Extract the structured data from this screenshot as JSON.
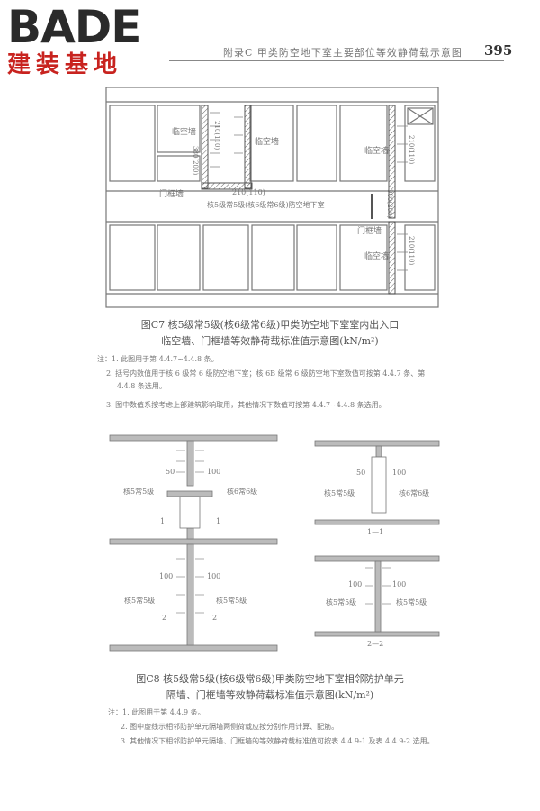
{
  "logo": {
    "brand": "BADE",
    "subtitle": "建装基地"
  },
  "header": {
    "title": "附录C 甲类防空地下室主要部位等效静荷载示意图",
    "page_number": "395"
  },
  "fig_c7": {
    "labels": {
      "temp_wall_1": "临空墙",
      "temp_wall_2": "临空墙",
      "temp_wall_3": "临空墙",
      "temp_wall_4": "临空墙",
      "door_frame_wall_1": "门框墙",
      "door_frame_wall_2": "门框墙",
      "basement": "核5级常5级(核6级常6级)防空地下室",
      "dim_210_a": "210(110)",
      "dim_210_b": "210(110)",
      "dim_210_c": "210(110)",
      "dim_210_d": "210(110)",
      "dim_380_a": "380(200)",
      "dim_380_b": "380(200)"
    },
    "caption_line1": "图C7 核5级常5级(核6级常6级)甲类防空地下室室内出入口",
    "caption_line2": "临空墙、门框墙等效静荷载标准值示意图(kN/m²)",
    "notes": [
      "注：1. 此图用于第 4.4.7~4.4.8 条。",
      "2. 括号内数值用于核 6 级常 6 级防空地下室；核 6B 级常 6 级防空地下室数值可按第 4.4.7 条、第",
      "4.4.8 条选用。",
      "3. 图中数值系按考虑上部建筑影响取用，其他情况下数值可按第 4.4.7~4.4.8 条选用。"
    ]
  },
  "fig_c8": {
    "labels": {
      "top_50": "50",
      "top_100": "100",
      "left_unit_top": "核5常5级",
      "right_unit_top": "核6常6级",
      "cut1_left": "1",
      "cut1_right": "1",
      "bot_100_left": "100",
      "bot_100_right": "100",
      "left_unit_bot": "核5常5级",
      "right_unit_bot": "核5常5级",
      "cut2_left": "2",
      "cut2_right": "2",
      "s1_50": "50",
      "s1_100": "100",
      "s1_left": "核5常5级",
      "s1_right": "核6常6级",
      "s1_title": "1—1",
      "s2_100_left": "100",
      "s2_100_right": "100",
      "s2_left": "核5常5级",
      "s2_right": "核5常5级",
      "s2_title": "2—2"
    },
    "caption_line1": "图C8 核5级常5级(核6级常6级)甲类防空地下室相邻防护单元",
    "caption_line2": "隔墙、门框墙等效静荷载标准值示意图(kN/m²)",
    "notes": [
      "注：1. 此图用于第 4.4.9 条。",
      "2. 图中虚线示相邻防护单元隔墙两侧荷载应按分别作用计算、配筋。",
      "3. 其他情况下相邻防护单元隔墙、门框墙的等效静荷载标准值可按表 4.4.9-1 及表 4.4.9-2 选用。"
    ]
  }
}
